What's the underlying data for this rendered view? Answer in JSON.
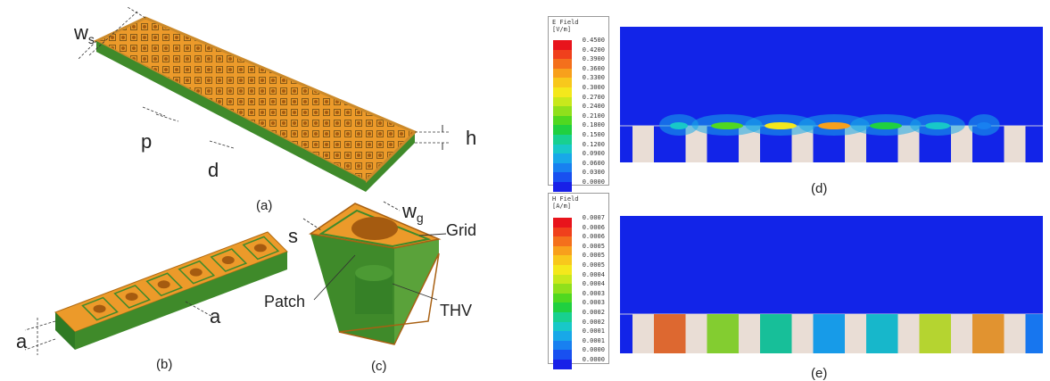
{
  "labels": {
    "a": "(a)",
    "b": "(b)",
    "c": "(c)",
    "d": "(d)",
    "e": "(e)"
  },
  "dimensions": {
    "ws": "w",
    "ws_sub": "s",
    "p": "p",
    "d": "d",
    "h": "h",
    "a1": "a",
    "a2": "a",
    "s": "s",
    "wg": "w",
    "wg_sub": "g"
  },
  "callouts": {
    "grid": "Grid",
    "patch": "Patch",
    "thv": "THV"
  },
  "e_field_legend": {
    "title_line1": "E Field",
    "title_line2": "[V/m]",
    "values": [
      "0.4500",
      "0.4200",
      "0.3900",
      "0.3600",
      "0.3300",
      "0.3000",
      "0.2700",
      "0.2400",
      "0.2100",
      "0.1800",
      "0.1500",
      "0.1200",
      "0.0900",
      "0.0600",
      "0.0300",
      "0.0000"
    ]
  },
  "h_field_legend": {
    "title_line1": "H Field",
    "title_line2": "[A/m]",
    "values": [
      "0.0007",
      "0.0006",
      "0.0006",
      "0.0005",
      "0.0005",
      "0.0005",
      "0.0004",
      "0.0004",
      "0.0003",
      "0.0003",
      "0.0002",
      "0.0002",
      "0.0001",
      "0.0001",
      "0.0000",
      "0.0000"
    ]
  },
  "colors": {
    "legend_scale": [
      "#e8141c",
      "#f0401c",
      "#f4701c",
      "#f8a01c",
      "#f8c81c",
      "#f4e81c",
      "#c8e81c",
      "#90e01c",
      "#50d820",
      "#20d040",
      "#18d090",
      "#18c8c8",
      "#18a8e8",
      "#1880f0",
      "#1850f0",
      "#1820e8"
    ],
    "field_background": "#1224e8",
    "substrate_copper": "#ec9a2a",
    "substrate_green": "#3f8a2a",
    "via_pillar": "#e9ddd5"
  }
}
